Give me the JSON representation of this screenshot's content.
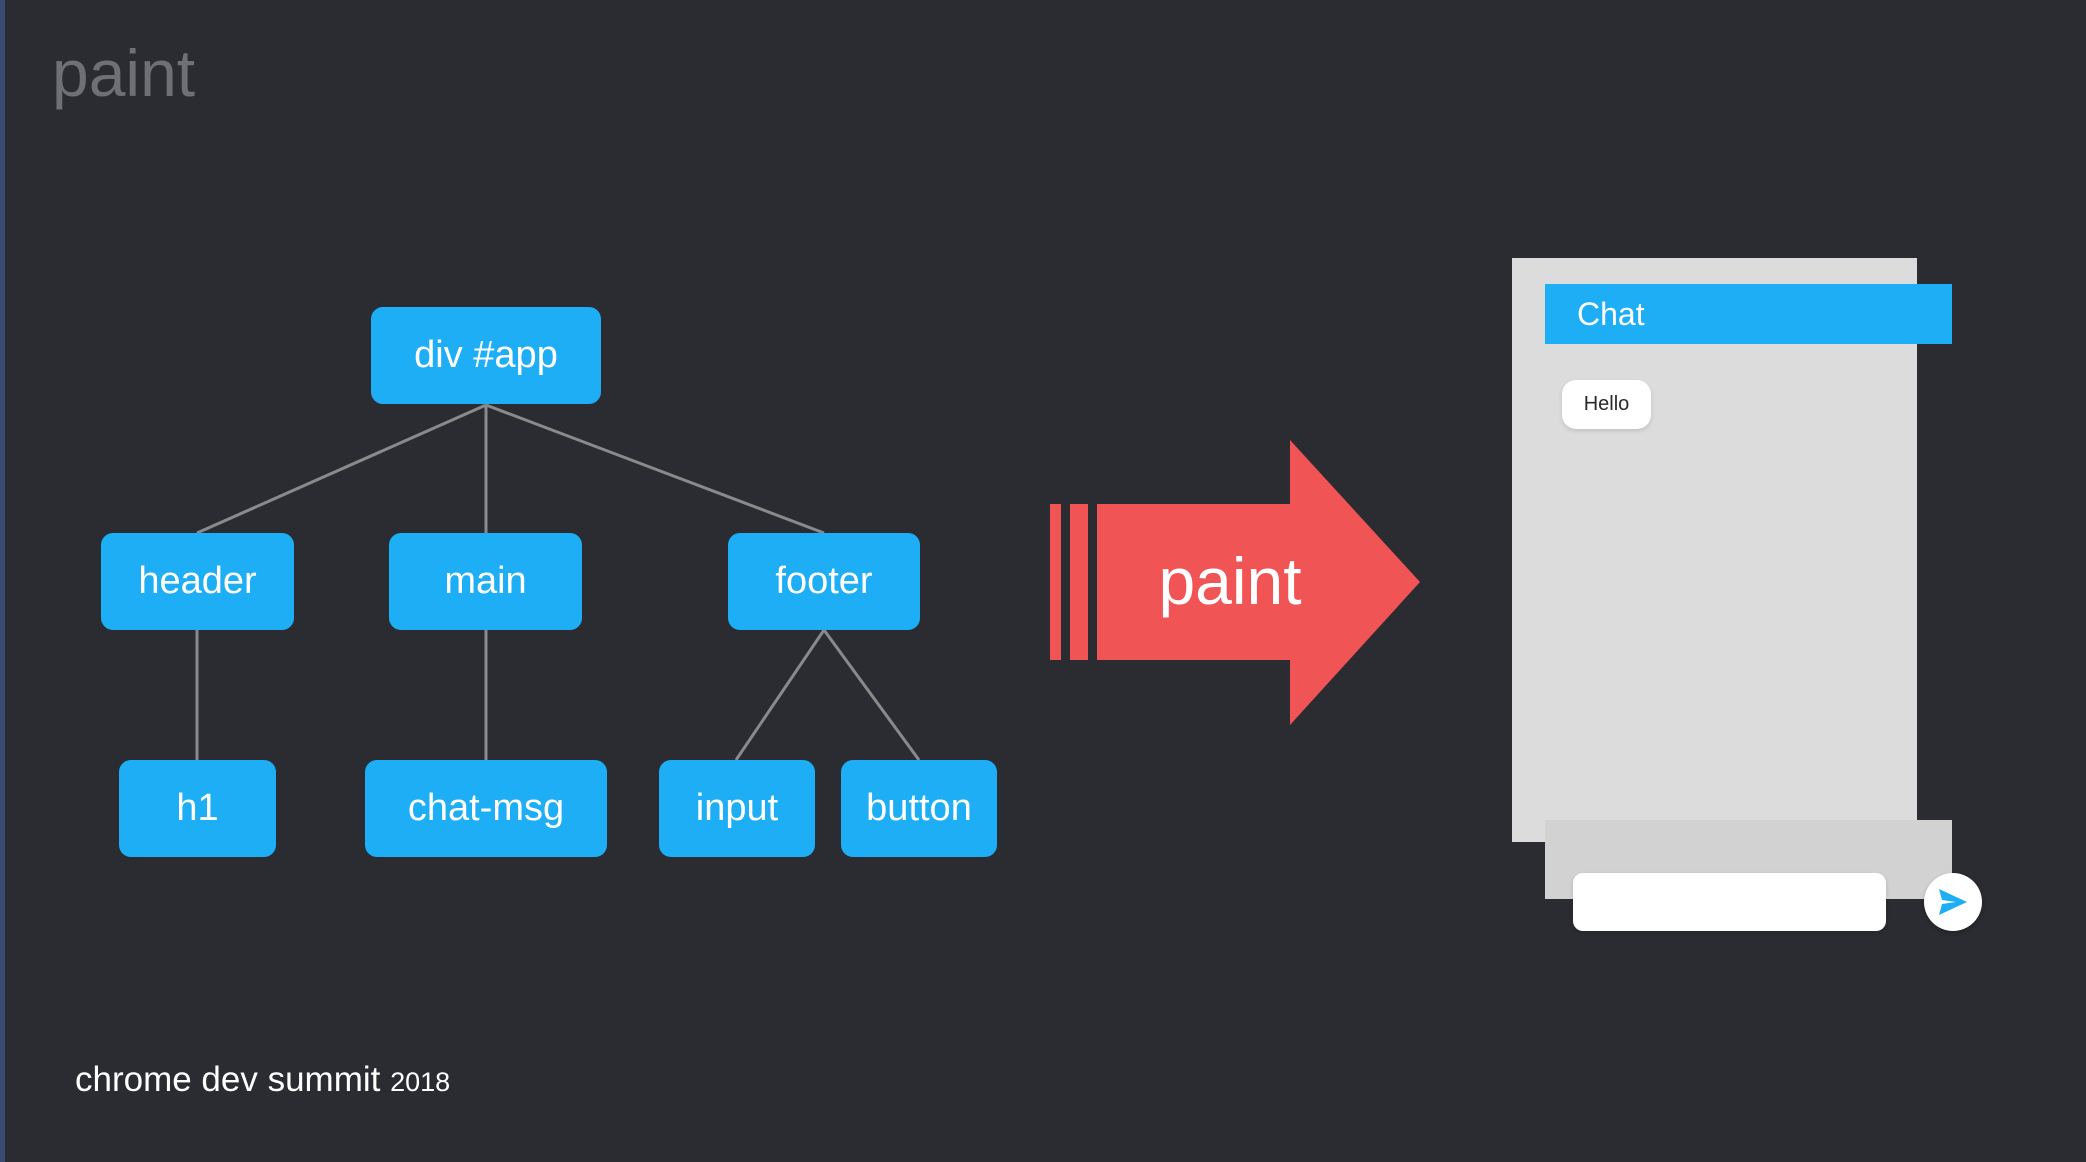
{
  "slide": {
    "title": "paint",
    "footer": {
      "brand": "chrome dev summit",
      "year": "2018"
    }
  },
  "tree": {
    "root": {
      "label": "div #app"
    },
    "children": [
      {
        "label": "header",
        "children": [
          {
            "label": "h1"
          }
        ]
      },
      {
        "label": "main",
        "children": [
          {
            "label": "chat-msg"
          }
        ]
      },
      {
        "label": "footer",
        "children": [
          {
            "label": "input"
          },
          {
            "label": "button"
          }
        ]
      }
    ]
  },
  "arrow": {
    "label": "paint",
    "color": "#f05454"
  },
  "chat_app": {
    "header_title": "Chat",
    "messages": [
      "Hello"
    ],
    "input_value": "",
    "send_icon": "send-icon",
    "accent_color": "#1eaef5"
  },
  "colors": {
    "background": "#2a2c32",
    "node": "#1eaef5",
    "connector": "#8a8a8a"
  }
}
